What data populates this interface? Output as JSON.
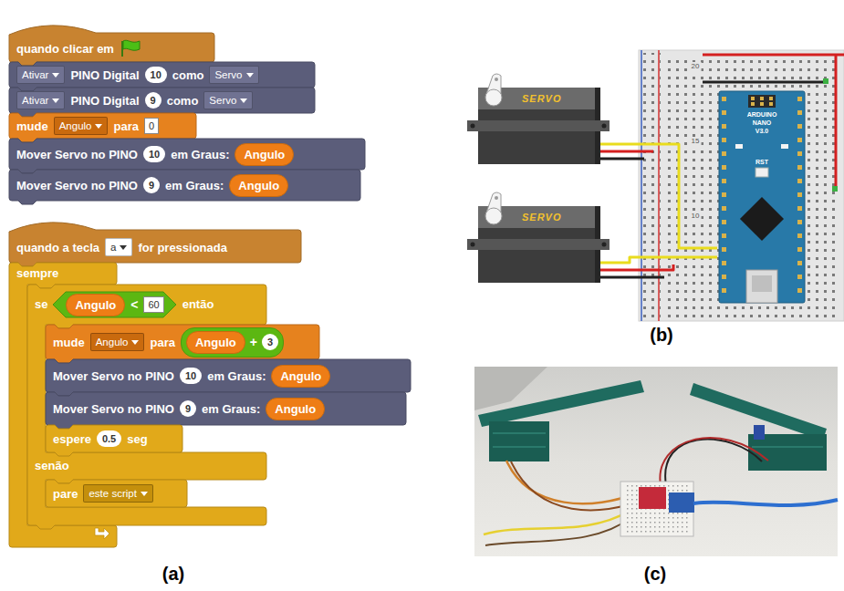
{
  "diagram": {
    "nodes": [
      {
        "text": [
          "quando clicar em"
        ]
      },
      {
        "text": [
          "PINO Digital",
          "como"
        ]
      },
      {
        "text": [
          "Ativar"
        ],
        "in": 1
      },
      {
        "text": [
          "10"
        ],
        "in": 1
      },
      {
        "text": [
          "Servo"
        ],
        "in": 1
      },
      {
        "text": [
          "PINO Digital",
          "como"
        ]
      },
      {
        "text": [
          "Ativar"
        ],
        "in": 5
      },
      {
        "text": [
          "9"
        ],
        "in": 5
      },
      {
        "text": [
          "Servo"
        ],
        "in": 5
      },
      {
        "text": [
          "mude",
          "para"
        ]
      },
      {
        "text": [
          "Angulo"
        ],
        "in": 9
      },
      {
        "text": [
          "0"
        ],
        "in": 9
      },
      {
        "text": [
          "Mover Servo no PINO",
          "em Graus:"
        ]
      },
      {
        "text": [
          "10"
        ],
        "in": 12
      },
      {
        "text": [
          "Angulo"
        ],
        "in": 12
      },
      {
        "text": [
          "Mover Servo no PINO",
          "em Graus:"
        ]
      },
      {
        "text": [
          "9"
        ],
        "in": 15
      },
      {
        "text": [
          "Angulo"
        ],
        "in": 15
      },
      {
        "text": [
          "quando a tecla",
          "for pressionada"
        ]
      },
      {
        "text": [
          "a"
        ],
        "in": 18
      },
      {
        "text": [
          "sempre"
        ]
      },
      {
        "text": [
          "se",
          "então",
          "senão"
        ],
        "in": 20
      },
      {
        "text": [
          "<"
        ],
        "in": 21
      },
      {
        "text": [
          "Angulo"
        ],
        "in": 22
      },
      {
        "text": [
          "60"
        ],
        "in": 22
      },
      {
        "text": [
          "mude",
          "para"
        ],
        "in": 21
      },
      {
        "text": [
          "Angulo"
        ],
        "in": 25
      },
      {
        "text": [
          "+"
        ],
        "in": 25
      },
      {
        "text": [
          "Angulo"
        ],
        "in": 27
      },
      {
        "text": [
          "3"
        ],
        "in": 27
      },
      {
        "text": [
          "Mover Servo no PINO",
          "em Graus:"
        ],
        "in": 21
      },
      {
        "text": [
          "10"
        ],
        "in": 30
      },
      {
        "text": [
          "Angulo"
        ],
        "in": 30
      },
      {
        "text": [
          "Mover Servo no PINO",
          "em Graus:"
        ],
        "in": 21
      },
      {
        "text": [
          "9"
        ],
        "in": 33
      },
      {
        "text": [
          "Angulo"
        ],
        "in": 33
      },
      {
        "text": [
          "espere",
          "seg"
        ],
        "in": 21
      },
      {
        "text": [
          "0.5"
        ],
        "in": 36
      },
      {
        "text": [
          "pare"
        ],
        "in": 21
      },
      {
        "text": [
          "este script"
        ],
        "in": 38
      },
      {
        "text": [
          "SERVO"
        ]
      },
      {
        "text": [
          "SERVO"
        ]
      }
    ],
    "labels": [
      "ARDUINO",
      "NANO",
      "V3.0",
      "RST",
      "20",
      "15",
      "10",
      "(a)",
      "(b)",
      "(c)"
    ]
  }
}
